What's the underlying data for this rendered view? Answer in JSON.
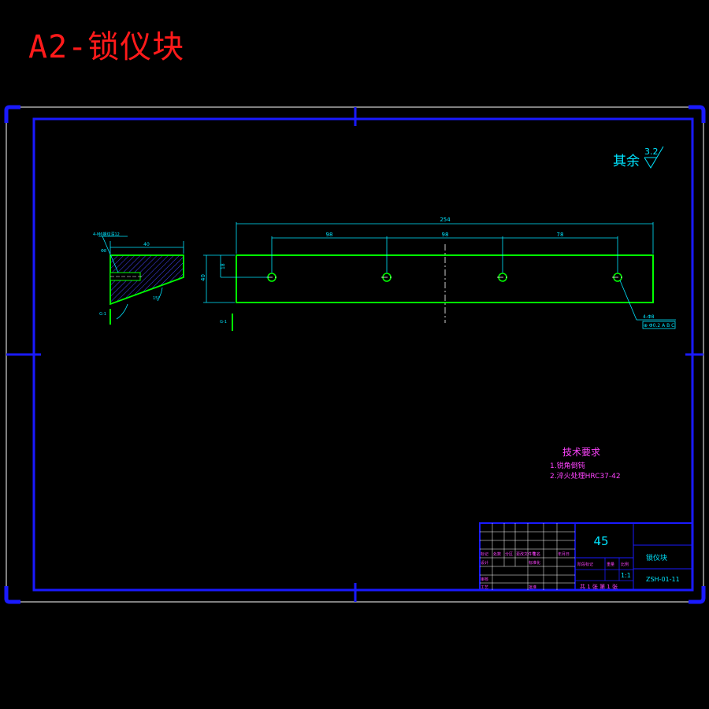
{
  "sheet_title": "A2-锁仪块",
  "surface": {
    "prefix": "其余",
    "roughness": "3.2"
  },
  "dimensions": {
    "overall_length": "254",
    "spacing_1": "98",
    "spacing_2": "98",
    "spacing_3": "78",
    "height": "40",
    "hole_offset": "18",
    "section_width": "40",
    "section_hole_dia": "Φ8",
    "section_hole_note": "4-M6螺纹深12",
    "section_angle": "15°",
    "hole_label": "4-Φ8",
    "tolerance_frame": "⊕ Φ0.2 A B C"
  },
  "section_labels": {
    "left_cut": "G-1",
    "right_cut": "G-1"
  },
  "tech_req": {
    "heading": "技术要求",
    "items": [
      "1.锐角倒钝",
      "2.淬火处理HRC37-42"
    ]
  },
  "title_block": {
    "material": "45",
    "part_name": "锁仪块",
    "drawing_no": "ZSH-01-11",
    "scale": "1:1",
    "sheet_info": "共 1 张 第 1 张",
    "headers": [
      "标记",
      "处数",
      "分区",
      "更改文件号",
      "签名",
      "年月日"
    ],
    "row_labels": [
      "设计",
      "审核",
      "工艺"
    ],
    "std_label": "标准化",
    "approve_label": "批准",
    "stage_label": "阶段标记",
    "weight_label": "重量",
    "scale_label": "比例"
  },
  "colors": {
    "frame_outer": "#ffffff",
    "frame_inner": "#1a1aff",
    "part": "#00ff00",
    "dimension": "#00e5ff",
    "title": "#ff1a1a",
    "tech": "#ff44ff",
    "hatch": "#4444ff"
  }
}
